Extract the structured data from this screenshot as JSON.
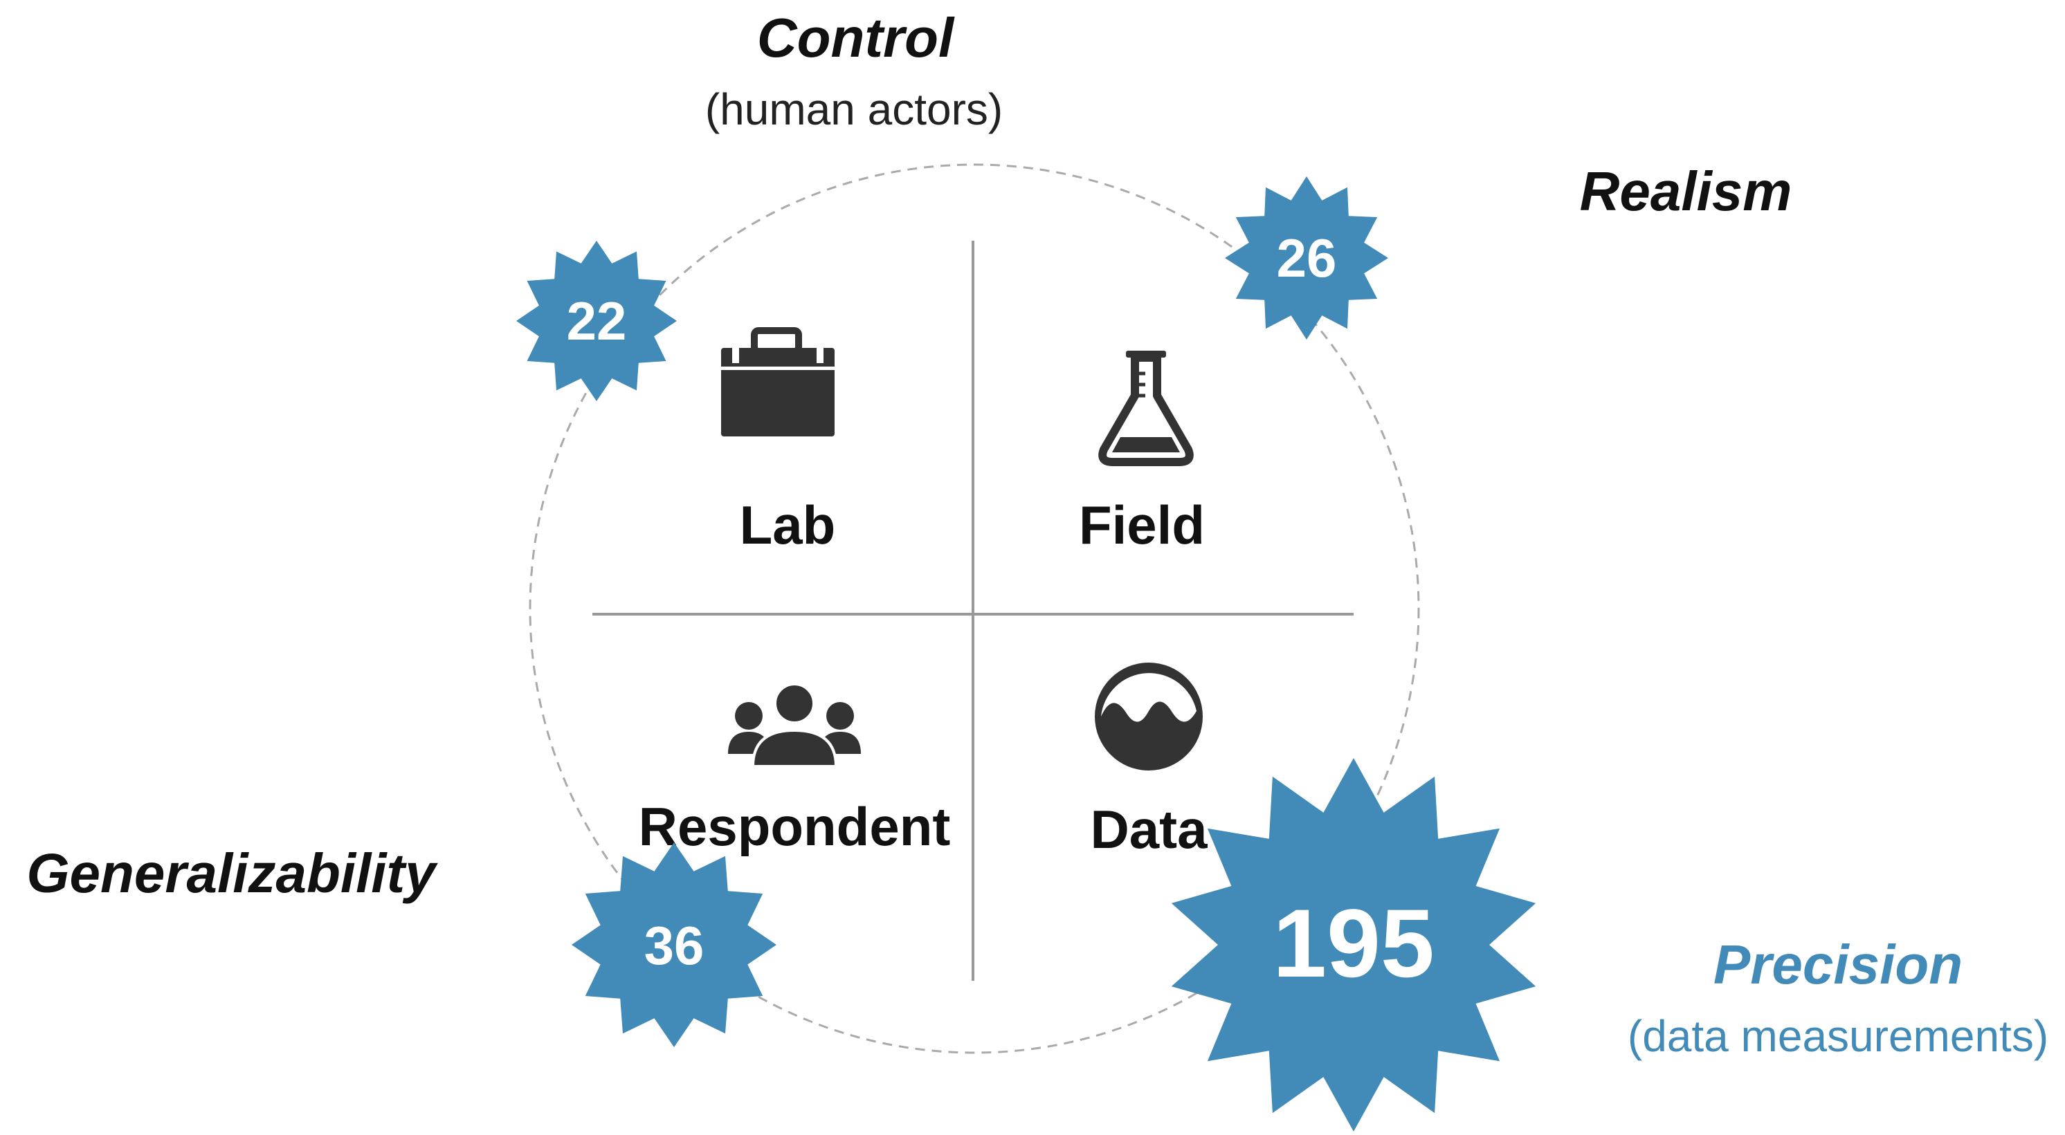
{
  "axes": {
    "top": {
      "title": "Control",
      "subtitle": "(human actors)"
    },
    "top_right": {
      "title": "Realism"
    },
    "left": {
      "title": "Generalizability"
    },
    "bottom_right": {
      "title": "Precision",
      "subtitle": "(data measurements)"
    }
  },
  "quadrants": {
    "lab": {
      "label": "Lab",
      "icon": "briefcase-icon"
    },
    "field": {
      "label": "Field",
      "icon": "flask-icon"
    },
    "respondent": {
      "label": "Respondent",
      "icon": "people-icon"
    },
    "data": {
      "label": "Data",
      "icon": "wave-circle-icon"
    }
  },
  "counts": {
    "lab": "22",
    "field": "26",
    "respondent": "36",
    "data": "195"
  },
  "colors": {
    "badge": "#428bb8",
    "precision_text": "#428bb8",
    "icon": "#333333",
    "divider": "#999999",
    "dashed_circle": "#aaaaaa"
  }
}
